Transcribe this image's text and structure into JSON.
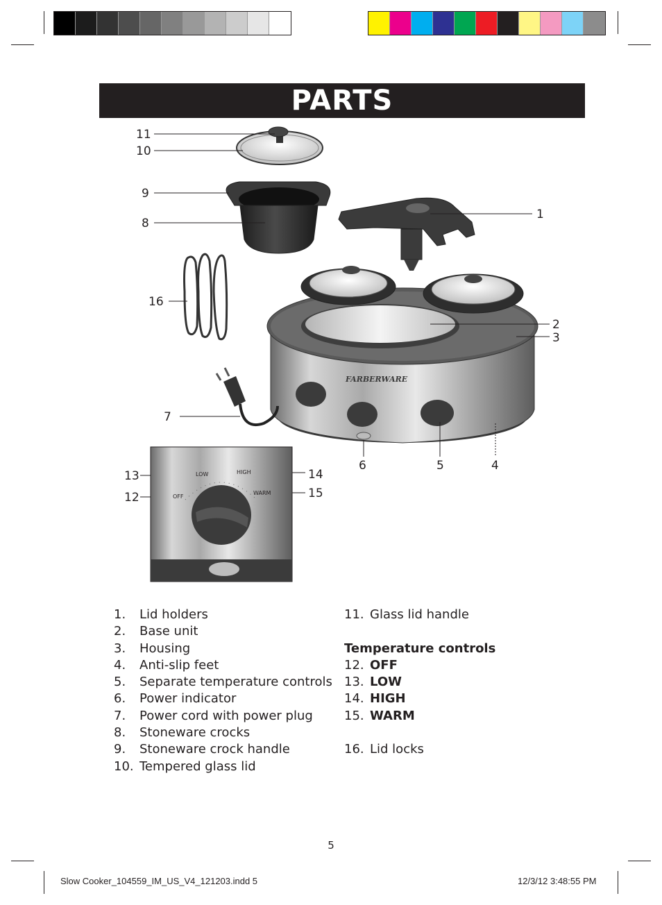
{
  "title": "PARTS",
  "swatches": {
    "gray": [
      "#000000",
      "#1c1c1c",
      "#333333",
      "#4d4d4d",
      "#666666",
      "#808080",
      "#999999",
      "#b3b3b3",
      "#cccccc",
      "#e6e6e6",
      "#ffffff"
    ],
    "color": [
      "#fff200",
      "#ec008c",
      "#00aeef",
      "#2e3192",
      "#00a651",
      "#ed1c24",
      "#231f20",
      "#fff685",
      "#f49ac1",
      "#7dd3f7",
      "#8c8c8c"
    ]
  },
  "callouts": {
    "c1": "1",
    "c2": "2",
    "c3": "3",
    "c4": "4",
    "c5": "5",
    "c6": "6",
    "c7": "7",
    "c8": "8",
    "c9": "9",
    "c10": "10",
    "c11": "11",
    "c12": "12",
    "c13": "13",
    "c14": "14",
    "c15": "15",
    "c16": "16"
  },
  "product": {
    "brand": "FARBERWARE",
    "dial_low": "LOW",
    "dial_high": "HIGH",
    "dial_off": "OFF",
    "dial_warm": "WARM"
  },
  "parts_left": [
    {
      "num": "1.",
      "label": "Lid holders"
    },
    {
      "num": "2.",
      "label": "Base unit"
    },
    {
      "num": "3.",
      "label": "Housing"
    },
    {
      "num": "4.",
      "label": "Anti-slip feet"
    },
    {
      "num": "5.",
      "label": "Separate temperature controls"
    },
    {
      "num": "6.",
      "label": "Power indicator"
    },
    {
      "num": "7.",
      "label": "Power cord with power plug"
    },
    {
      "num": "8.",
      "label": "Stoneware crocks"
    },
    {
      "num": "9.",
      "label": "Stoneware crock handle"
    },
    {
      "num": "10.",
      "label": "Tempered glass lid"
    }
  ],
  "parts_right": {
    "p11": {
      "num": "11.",
      "label": "Glass lid handle"
    },
    "heading": "Temperature controls",
    "controls": [
      {
        "num": "12.",
        "label": "OFF"
      },
      {
        "num": "13.",
        "label": "LOW"
      },
      {
        "num": "14.",
        "label": "HIGH"
      },
      {
        "num": "15.",
        "label": "WARM"
      }
    ],
    "p16": {
      "num": "16.",
      "label": "Lid locks"
    }
  },
  "page_number": "5",
  "footer": {
    "file": "Slow Cooker_104559_IM_US_V4_121203.indd   5",
    "date": "12/3/12   3:48:55 PM"
  }
}
